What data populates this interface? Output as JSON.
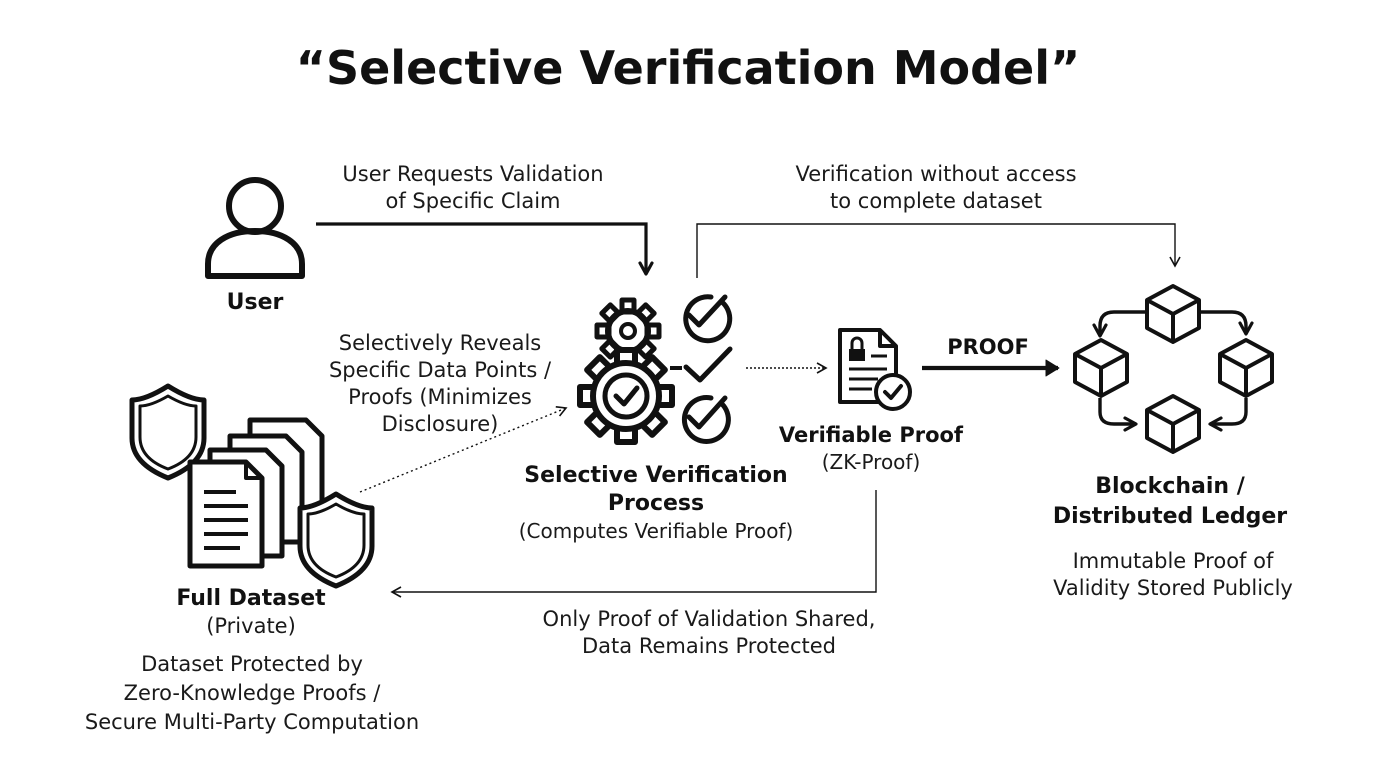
{
  "title": "“Selective Verification Model”",
  "user": {
    "label": "User"
  },
  "user_request": {
    "line1": "User Requests Validation",
    "line2": "of Specific Claim"
  },
  "verification_note": {
    "line1": "Verification without access",
    "line2": "to complete dataset"
  },
  "reveal_note": {
    "line1": "Selectively Reveals",
    "line2": "Specific Data Points /",
    "line3": "Proofs (Minimizes",
    "line4": "Disclosure)"
  },
  "process": {
    "title_line1": "Selective Verification",
    "title_line2": "Process",
    "subtitle": "(Computes Verifiable Proof)"
  },
  "proof": {
    "title": "Verifiable Proof",
    "subtitle": "(ZK-Proof)",
    "arrow_label": "PROOF"
  },
  "ledger": {
    "title_line1": "Blockchain /",
    "title_line2": "Distributed Ledger",
    "desc_line1": "Immutable Proof of",
    "desc_line2": "Validity Stored Publicly"
  },
  "dataset": {
    "title": "Full Dataset",
    "subtitle": "(Private)",
    "desc_line1": "Dataset Protected by",
    "desc_line2": "Zero-Knowledge Proofs /",
    "desc_line3": "Secure Multi-Party Computation"
  },
  "return_note": {
    "line1": "Only Proof of Validation Shared,",
    "line2": "Data Remains Protected"
  },
  "icons": {
    "user": "user-icon",
    "gears": "gears-icon",
    "checks": "checkmark-icon",
    "document": "locked-document-icon",
    "shield": "shield-icon",
    "blockchain": "blockchain-icon"
  },
  "colors": {
    "ink": "#111111",
    "background": "#ffffff"
  }
}
